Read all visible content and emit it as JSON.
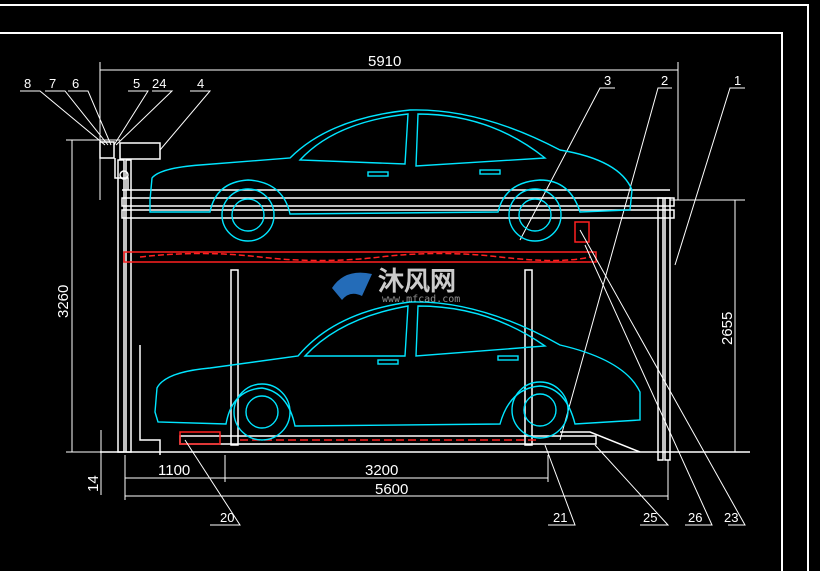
{
  "dimensions": {
    "total_width": "5910",
    "lower_span": "3200",
    "left_offset": "1100",
    "base_width": "5600",
    "total_height": "3260",
    "platform_height": "2655",
    "bottom_gap": "14"
  },
  "part_labels": {
    "p8": "8",
    "p7": "7",
    "p6": "6",
    "p5": "5",
    "p24": "24",
    "p4": "4",
    "p3": "3",
    "p2": "2",
    "p1": "1",
    "p20": "20",
    "p21": "21",
    "p25": "25",
    "p26": "26",
    "p23": "23"
  },
  "watermark": {
    "text": "沐风网",
    "url": "www.mfcad.com"
  },
  "colors": {
    "background": "#000000",
    "line_white": "#ffffff",
    "car_cyan": "#00e5ff",
    "platform_red": "#ff2020",
    "watermark_blue": "#2a7fd8"
  }
}
